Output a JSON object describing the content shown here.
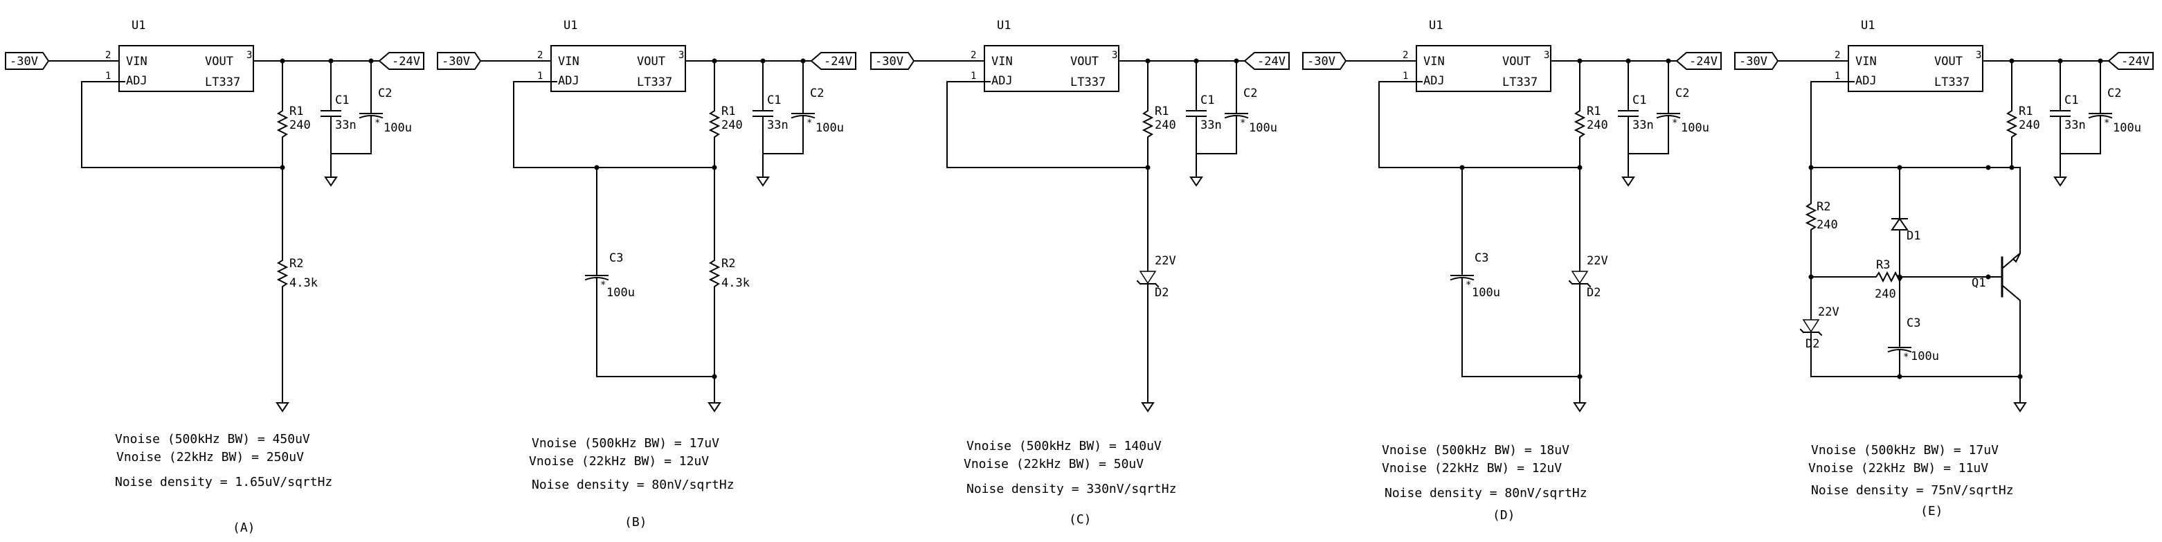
{
  "regulator": {
    "ref": "U1",
    "part": "LT337",
    "vin_label": "VIN",
    "adj_label": "ADJ",
    "vout_label": "VOUT",
    "pin_vin": "2",
    "pin_adj": "1",
    "pin_vout": "3"
  },
  "ports": {
    "input": "-30V",
    "output": "-24V"
  },
  "parts": {
    "r1": {
      "ref": "R1",
      "value": "240"
    },
    "c1": {
      "ref": "C1",
      "value": "33n"
    },
    "c2": {
      "ref": "C2",
      "value": "100u"
    },
    "r2a": {
      "ref": "R2",
      "value": "4.3k"
    },
    "c3": {
      "ref": "C3",
      "value": "100u"
    },
    "r2e": {
      "ref": "R2",
      "value": "240"
    },
    "r3": {
      "ref": "R3",
      "value": "240"
    },
    "d1": {
      "ref": "D1"
    },
    "d2": {
      "ref": "D2",
      "value": "22V"
    },
    "q1": {
      "ref": "Q1"
    }
  },
  "circuits": [
    {
      "label": "(A)",
      "lines": [
        "Vnoise (500kHz BW) = 450uV",
        "Vnoise (22kHz BW) = 250uV",
        "Noise density = 1.65uV/sqrtHz"
      ]
    },
    {
      "label": "(B)",
      "lines": [
        "Vnoise (500kHz BW) = 17uV",
        "Vnoise (22kHz BW) = 12uV",
        "Noise density = 80nV/sqrtHz"
      ]
    },
    {
      "label": "(C)",
      "lines": [
        "Vnoise (500kHz BW) = 140uV",
        "Vnoise (22kHz BW) = 50uV",
        "Noise density = 330nV/sqrtHz"
      ]
    },
    {
      "label": "(D)",
      "lines": [
        "Vnoise (500kHz BW) = 18uV",
        "Vnoise (22kHz BW) = 12uV",
        "Noise density = 80nV/sqrtHz"
      ]
    },
    {
      "label": "(E)",
      "lines": [
        "Vnoise (500kHz BW) = 17uV",
        "Vnoise (22kHz BW) = 11uV",
        "Noise density = 75nV/sqrtHz"
      ]
    }
  ]
}
